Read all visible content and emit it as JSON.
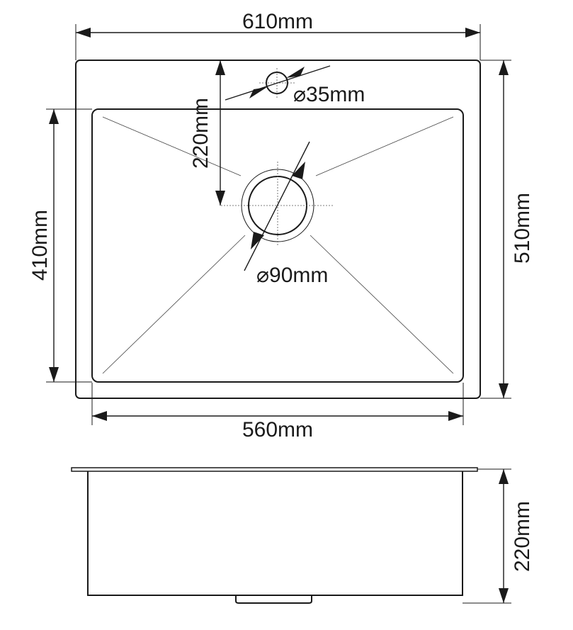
{
  "dimensions": {
    "overall_width": "610mm",
    "overall_depth": "510mm",
    "bowl_width": "560mm",
    "bowl_depth": "410mm",
    "drain_offset": "220mm",
    "tap_hole": "⌀35mm",
    "drain_diameter": "⌀90mm",
    "bowl_height": "220mm"
  },
  "colors": {
    "line": "#1a1a1a",
    "background": "#ffffff"
  }
}
